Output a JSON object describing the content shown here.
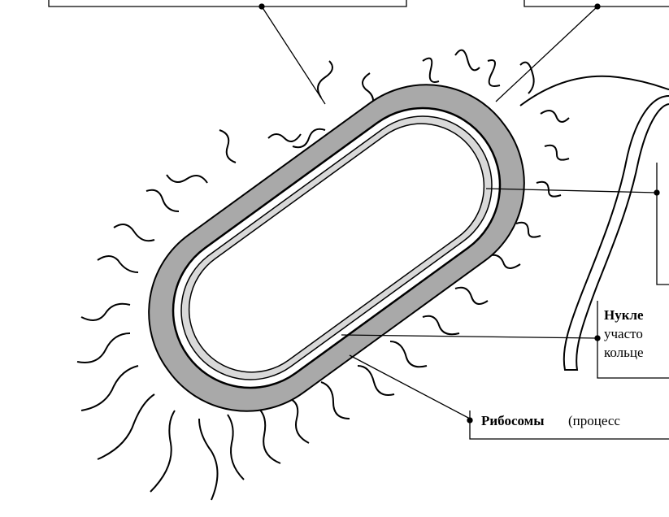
{
  "labels": {
    "nucleoid_title": "Нукле",
    "nucleoid_line2": "участо",
    "nucleoid_line3": "кольце",
    "ribosome_title": "Рибосомы",
    "ribosome_rest": "(процесс"
  },
  "colors": {
    "capsule": "#a9a9a9",
    "cytoplasm": "#ffffff",
    "membrane": "#c8c8c8",
    "line": "#000000"
  }
}
